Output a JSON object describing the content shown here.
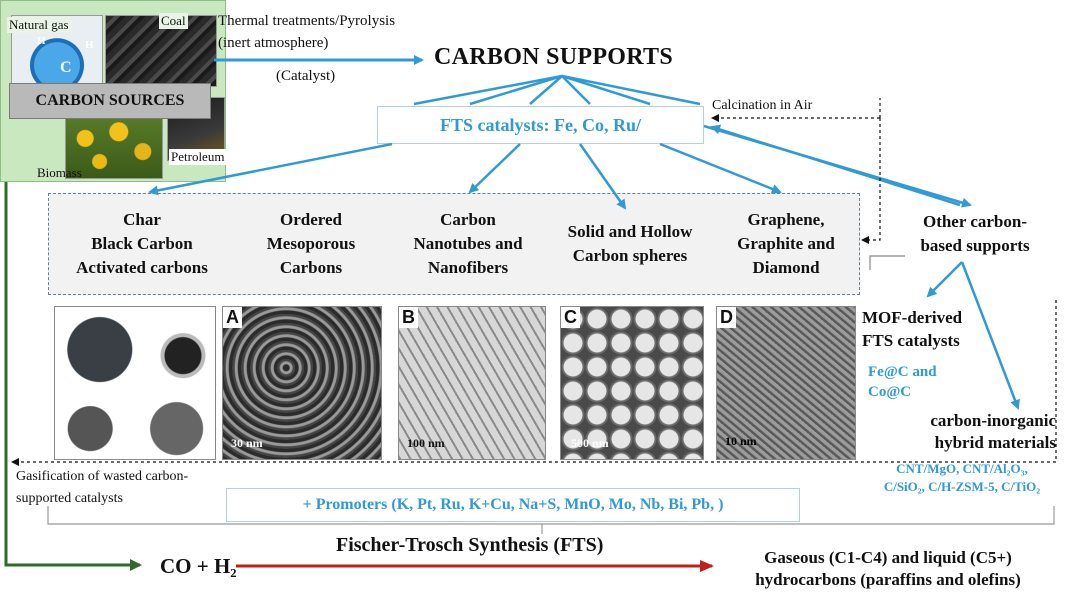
{
  "sources": {
    "natural_gas": "Natural gas",
    "coal": "Coal",
    "biomass": "Biomass",
    "petroleum": "Petroleum",
    "title": "CARBON SOURCES",
    "gas_icon_letters": {
      "h1": "H",
      "h2": "H",
      "c": "C"
    }
  },
  "top": {
    "thermal_line1": "Thermal treatments/Pyrolysis",
    "thermal_line2": "(inert atmosphere)",
    "catalyst": "(Catalyst)",
    "supports": "CARBON SUPPORTS",
    "fts_catalysts": "FTS catalysts: Fe, Co, Ru/",
    "calcination": "Calcination in Air"
  },
  "categories": [
    {
      "l1": "Char",
      "l2": "Black Carbon",
      "l3": "Activated carbons"
    },
    {
      "l1": "Ordered",
      "l2": "Mesoporous",
      "l3": "Carbons"
    },
    {
      "l1": "Carbon",
      "l2": "Nanotubes and",
      "l3": "Nanofibers"
    },
    {
      "l1": "Solid and Hollow",
      "l2": "Carbon spheres",
      "l3": ""
    },
    {
      "l1": "Graphene,",
      "l2": "Graphite and",
      "l3": "Diamond"
    }
  ],
  "other": {
    "l1": "Other carbon-",
    "l2": "based supports"
  },
  "images": [
    {
      "letter": "A",
      "scale": "30 nm"
    },
    {
      "letter": "B",
      "scale": "100 nm"
    },
    {
      "letter": "C",
      "scale": "500 nm"
    },
    {
      "letter": "D",
      "scale": "10 nm"
    }
  ],
  "right": {
    "mof_l1": "MOF-derived",
    "mof_l2": "FTS catalysts",
    "fec_l1": "Fe@C and",
    "fec_l2": "Co@C",
    "hybrid_l1": "carbon-inorganic",
    "hybrid_l2": "hybrid materials",
    "cnt_l1": "CNT/MgO, CNT/Al₂O₃,",
    "cnt_l2": "C/SiO₂, C/H-ZSM-5, C/TiO₂"
  },
  "bottom": {
    "gasif_l1": "Gasification of wasted carbon-",
    "gasif_l2": "supported catalysts",
    "promoters": "+ Promoters (K, Pt, Ru, K+Cu, Na+S, MnO, Mo, Nb, Bi, Pb, )",
    "fts_title": "Fischer-Trosch Synthesis (FTS)",
    "co_h2": "CO + H₂",
    "products_l1": "Gaseous (C1-C4) and liquid (C5+)",
    "products_l2": "hydrocarbons (paraffins and olefins)"
  },
  "colors": {
    "blue_arrow": "#2e9ad6",
    "green_arrow": "#2f6b2a",
    "red_arrow": "#c0201a",
    "source_panel": "#c9e8c0"
  }
}
